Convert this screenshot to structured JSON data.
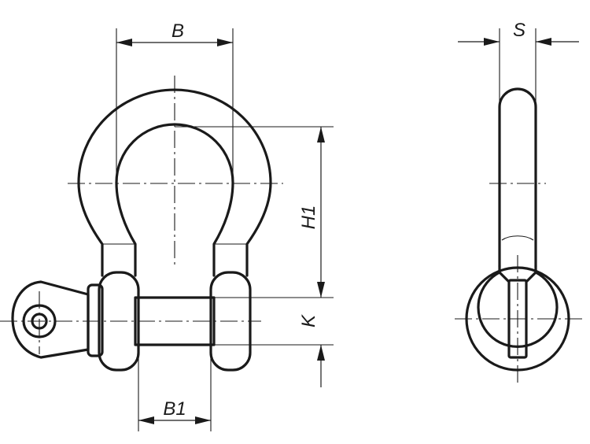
{
  "labels": {
    "b": "B",
    "h1": "H1",
    "k": "K",
    "b1": "B1",
    "s": "S"
  },
  "colors": {
    "line": "#1a1a1a",
    "background": "#ffffff"
  }
}
